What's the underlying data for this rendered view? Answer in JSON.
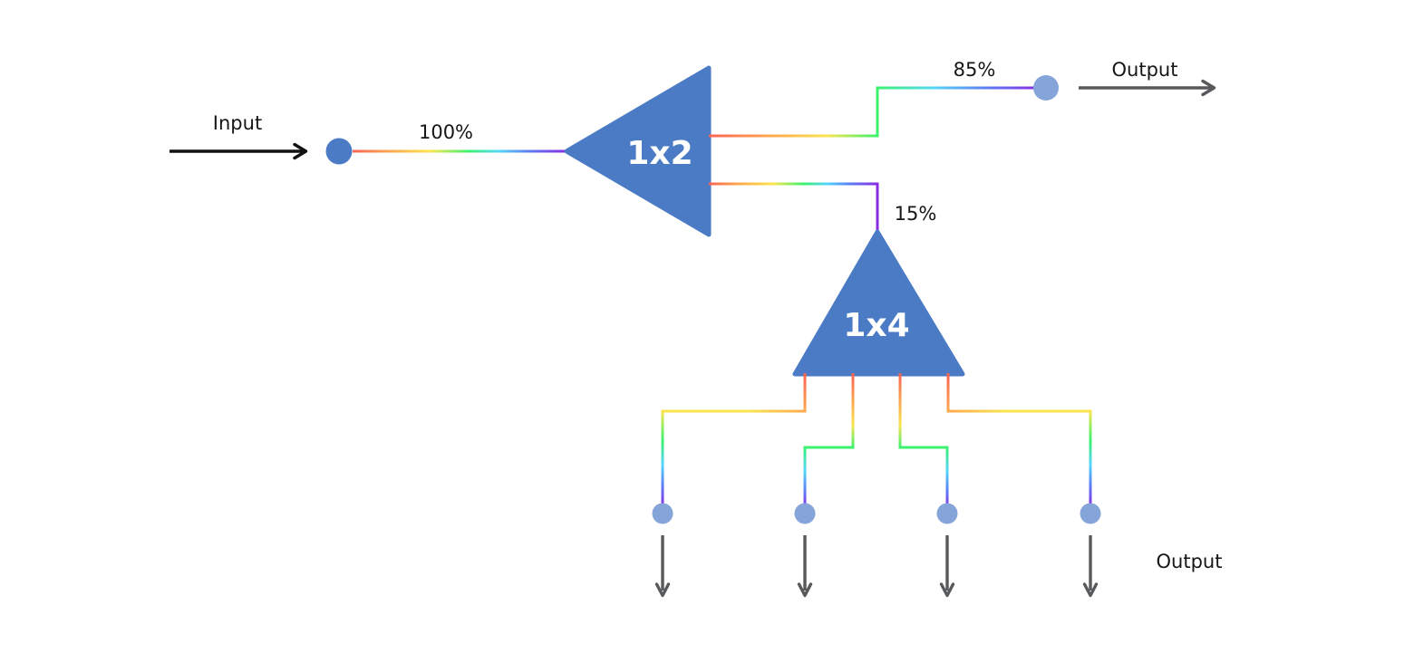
{
  "diagram": {
    "input": {
      "label": "Input",
      "power": "100%"
    },
    "splitters": [
      {
        "label": "1x2"
      },
      {
        "label": "1x4"
      }
    ],
    "branches": {
      "through": "85%",
      "tap": "15%"
    },
    "outputs": {
      "top_label": "Output",
      "bottom_label": "Output"
    }
  },
  "colors": {
    "splitter_fill": "#4b7bc4",
    "input_node": "#4b7bc4",
    "output_node": "#85a4d9",
    "input_arrow": "#111111",
    "output_arrow": "#58595b",
    "rainbow": [
      "#fa6355",
      "#fcaa4f",
      "#fce44f",
      "#3bf26d",
      "#55d7f8",
      "#5c7cf4",
      "#8a2be2"
    ]
  }
}
